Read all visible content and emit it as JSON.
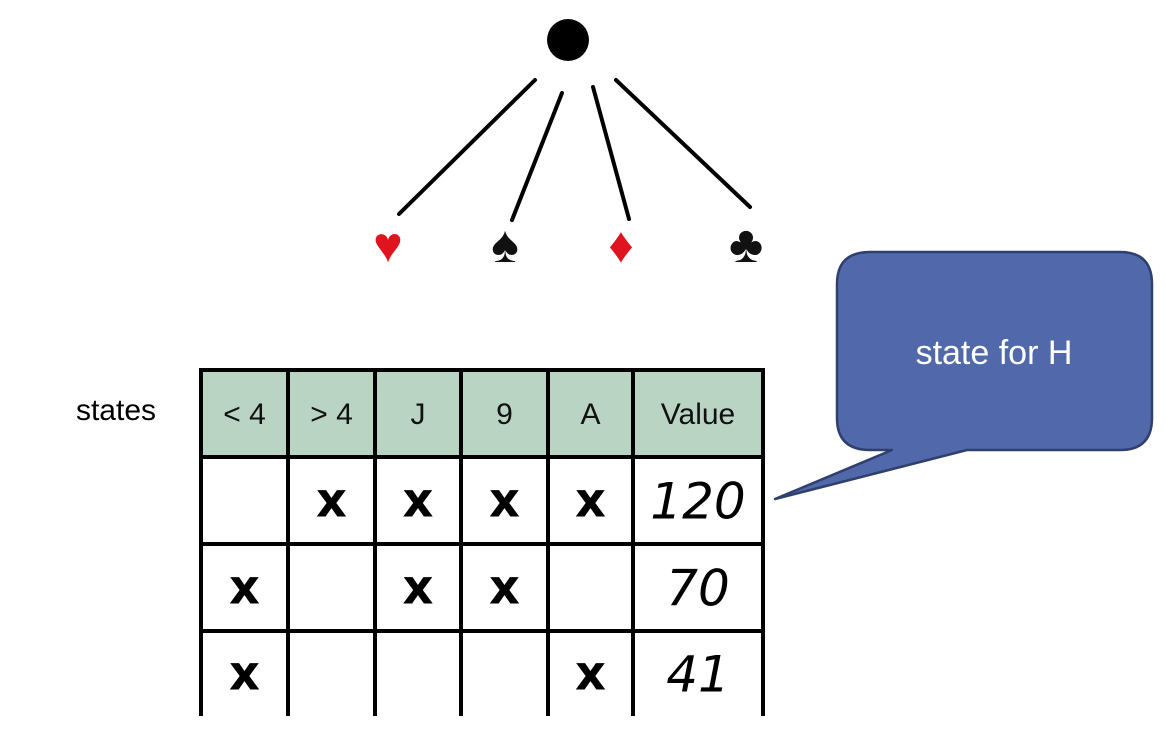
{
  "tree": {
    "root": "chance-node",
    "children": [
      {
        "name": "heart",
        "glyph": "♥",
        "color": "#e0141e"
      },
      {
        "name": "spade",
        "glyph": "♠",
        "color": "#111111"
      },
      {
        "name": "diamond",
        "glyph": "♦",
        "color": "#e0141e"
      },
      {
        "name": "club",
        "glyph": "♣",
        "color": "#111111"
      }
    ]
  },
  "table": {
    "row_label": "states",
    "header_bg": "#b9d4c3",
    "headers": [
      "< 4",
      "> 4",
      "J",
      "9",
      "A",
      "Value"
    ],
    "rows": [
      [
        "",
        "x",
        "x",
        "x",
        "x",
        "120"
      ],
      [
        "x",
        "",
        "x",
        "x",
        "",
        "70"
      ],
      [
        "x",
        "",
        "",
        "",
        "x",
        "41"
      ]
    ]
  },
  "callout": {
    "text": "state for H",
    "fill": "#5169aa",
    "stroke": "#2f3f6e"
  }
}
